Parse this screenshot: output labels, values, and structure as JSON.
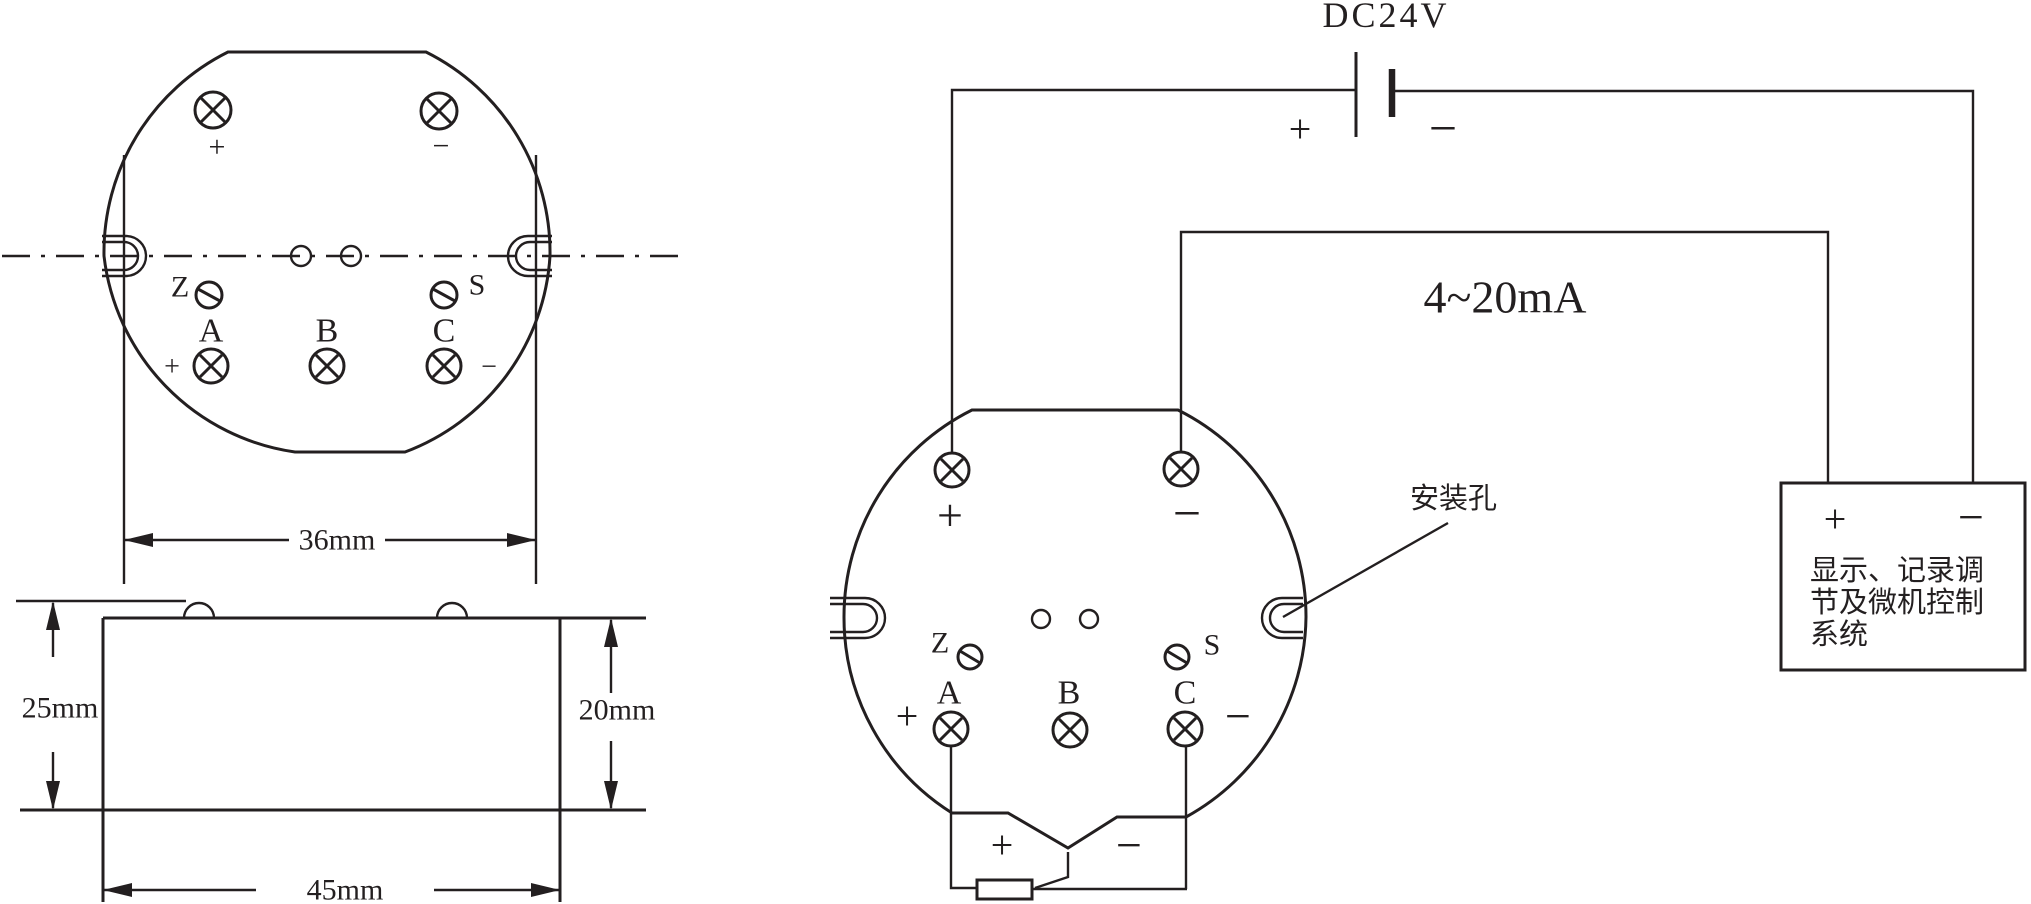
{
  "colors": {
    "ink": "#231f20",
    "bg": "#ffffff"
  },
  "face_view": {
    "top": {
      "plus": "+",
      "minus": "−"
    },
    "zero_screw": "Z",
    "span_screw": "S",
    "row": {
      "plus": "+",
      "a": "A",
      "b": "B",
      "c": "C",
      "minus": "−"
    }
  },
  "dimensions": {
    "slot_span": "36mm",
    "overall_height": "25mm",
    "body_height": "20mm",
    "body_width": "45mm"
  },
  "circuit": {
    "supply_label": "DC24V",
    "battery": {
      "plus": "+",
      "minus": "−"
    },
    "loop_current_label": "4~20mA",
    "transmitter": {
      "top_plus": "+",
      "top_minus": "−",
      "zero_screw": "Z",
      "span_screw": "S",
      "a": "A",
      "b": "B",
      "c": "C",
      "row_plus": "+",
      "row_minus": "−"
    },
    "mounting_hole_label": "安装孔",
    "receiver_box": {
      "plus": "+",
      "minus": "−",
      "line1": "显示、记录调",
      "line2": "节及微机控制",
      "line3": "系统"
    },
    "sensor": {
      "plus": "+",
      "minus": "−"
    }
  }
}
